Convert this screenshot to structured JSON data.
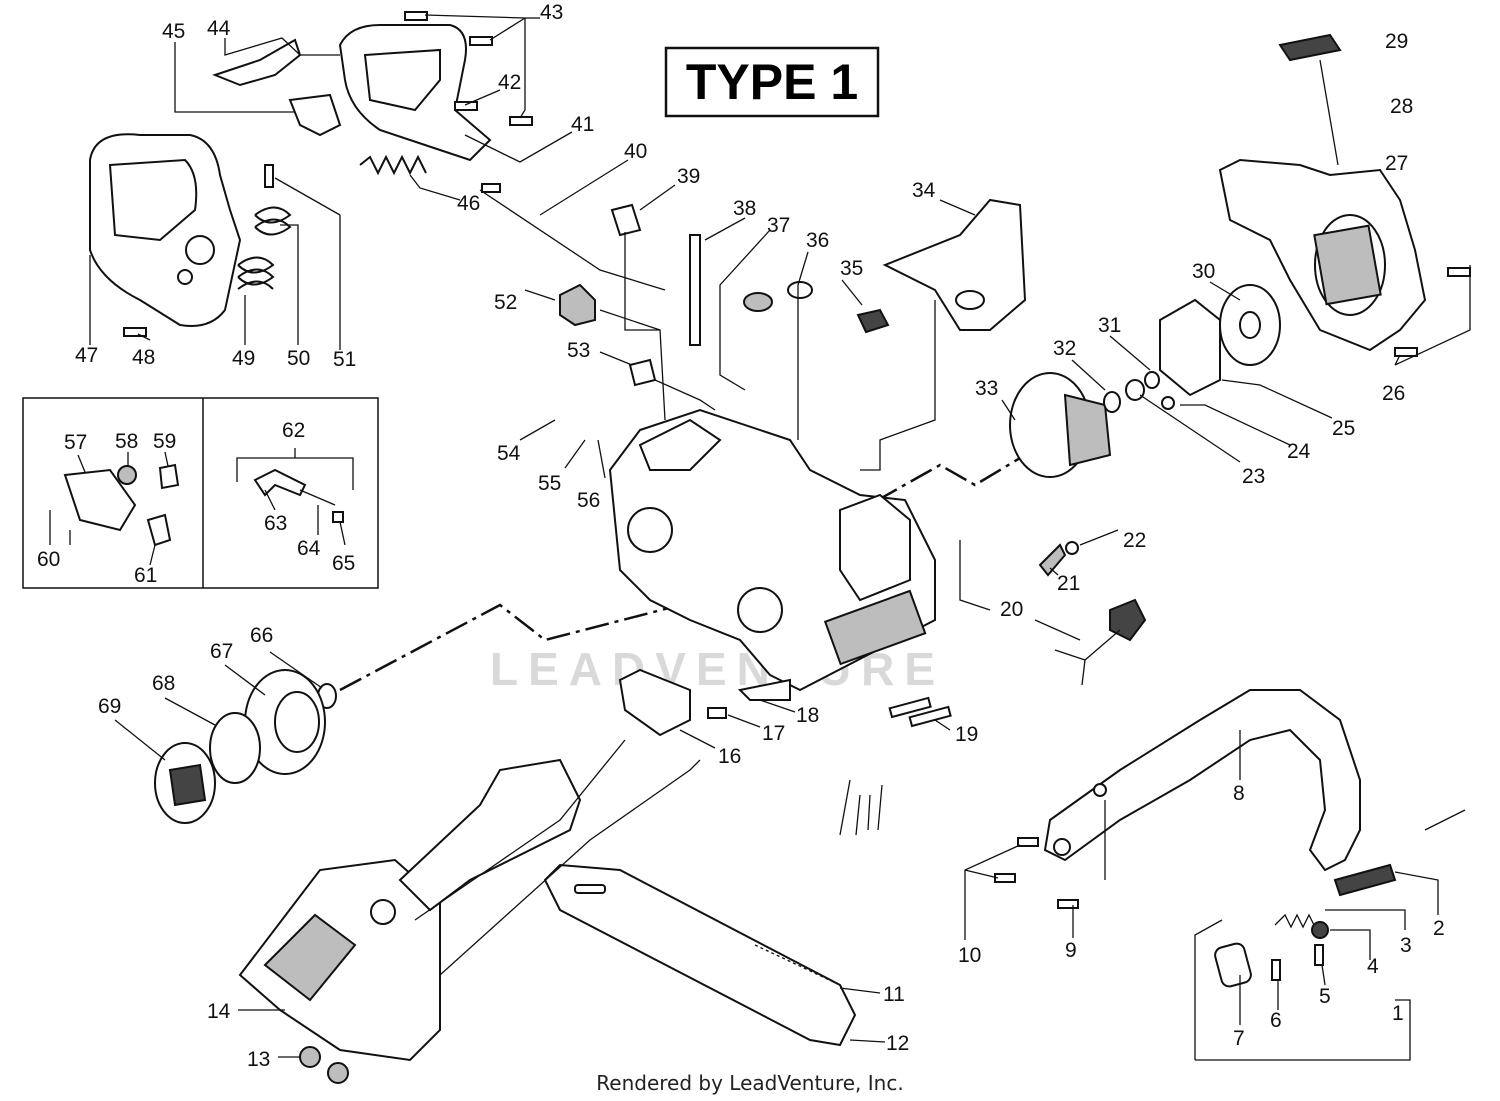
{
  "diagram": {
    "title": "TYPE 1",
    "watermark": "LEADVENTURE",
    "footer": "Rendered by LeadVenture, Inc.",
    "callouts": [
      {
        "id": "c1",
        "text": "1"
      },
      {
        "id": "c2",
        "text": "2"
      },
      {
        "id": "c3",
        "text": "3"
      },
      {
        "id": "c4",
        "text": "4"
      },
      {
        "id": "c5",
        "text": "5"
      },
      {
        "id": "c6",
        "text": "6"
      },
      {
        "id": "c7",
        "text": "7"
      },
      {
        "id": "c8",
        "text": "8"
      },
      {
        "id": "c9",
        "text": "9"
      },
      {
        "id": "c10",
        "text": "10"
      },
      {
        "id": "c11",
        "text": "11"
      },
      {
        "id": "c12",
        "text": "12"
      },
      {
        "id": "c13",
        "text": "13"
      },
      {
        "id": "c14",
        "text": "14"
      },
      {
        "id": "c16",
        "text": "16"
      },
      {
        "id": "c17",
        "text": "17"
      },
      {
        "id": "c18",
        "text": "18"
      },
      {
        "id": "c19",
        "text": "19"
      },
      {
        "id": "c20",
        "text": "20"
      },
      {
        "id": "c21",
        "text": "21"
      },
      {
        "id": "c22",
        "text": "22"
      },
      {
        "id": "c23",
        "text": "23"
      },
      {
        "id": "c24",
        "text": "24"
      },
      {
        "id": "c25",
        "text": "25"
      },
      {
        "id": "c26",
        "text": "26"
      },
      {
        "id": "c27",
        "text": "27"
      },
      {
        "id": "c28",
        "text": "28"
      },
      {
        "id": "c29",
        "text": "29"
      },
      {
        "id": "c30",
        "text": "30"
      },
      {
        "id": "c31",
        "text": "31"
      },
      {
        "id": "c32",
        "text": "32"
      },
      {
        "id": "c33",
        "text": "33"
      },
      {
        "id": "c34",
        "text": "34"
      },
      {
        "id": "c35",
        "text": "35"
      },
      {
        "id": "c36",
        "text": "36"
      },
      {
        "id": "c37",
        "text": "37"
      },
      {
        "id": "c38",
        "text": "38"
      },
      {
        "id": "c39",
        "text": "39"
      },
      {
        "id": "c40",
        "text": "40"
      },
      {
        "id": "c41",
        "text": "41"
      },
      {
        "id": "c42",
        "text": "42"
      },
      {
        "id": "c43",
        "text": "43"
      },
      {
        "id": "c44",
        "text": "44"
      },
      {
        "id": "c45",
        "text": "45"
      },
      {
        "id": "c46",
        "text": "46"
      },
      {
        "id": "c47",
        "text": "47"
      },
      {
        "id": "c48",
        "text": "48"
      },
      {
        "id": "c49",
        "text": "49"
      },
      {
        "id": "c50",
        "text": "50"
      },
      {
        "id": "c51",
        "text": "51"
      },
      {
        "id": "c52",
        "text": "52"
      },
      {
        "id": "c53",
        "text": "53"
      },
      {
        "id": "c54",
        "text": "54"
      },
      {
        "id": "c55",
        "text": "55"
      },
      {
        "id": "c56",
        "text": "56"
      },
      {
        "id": "c57",
        "text": "57"
      },
      {
        "id": "c58",
        "text": "58"
      },
      {
        "id": "c59",
        "text": "59"
      },
      {
        "id": "c60",
        "text": "60"
      },
      {
        "id": "c61",
        "text": "61"
      },
      {
        "id": "c62",
        "text": "62"
      },
      {
        "id": "c63",
        "text": "63"
      },
      {
        "id": "c64",
        "text": "64"
      },
      {
        "id": "c65",
        "text": "65"
      },
      {
        "id": "c66",
        "text": "66"
      },
      {
        "id": "c67",
        "text": "67"
      },
      {
        "id": "c68",
        "text": "68"
      },
      {
        "id": "c69",
        "text": "69"
      }
    ]
  }
}
